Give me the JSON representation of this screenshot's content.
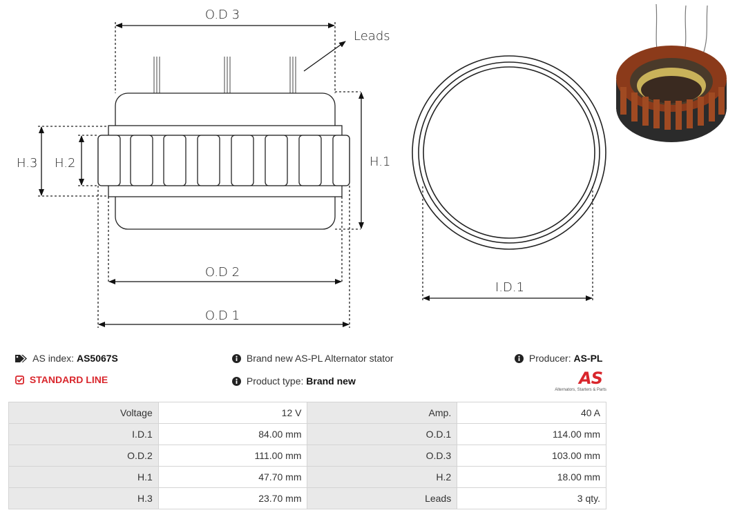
{
  "diagram": {
    "labels": {
      "od3": "O.D 3",
      "leads": "Leads",
      "h3": "H.3",
      "h2": "H.2",
      "h1": "H.1",
      "od2": "O.D 2",
      "od1": "O.D 1",
      "id1": "I.D.1"
    }
  },
  "info": {
    "as_index_label": "AS index:",
    "as_index_value": "AS5067S",
    "description": "Brand new AS-PL Alternator stator",
    "producer_label": "Producer:",
    "producer_value": "AS-PL",
    "standard_line": "STANDARD LINE",
    "product_type_label": "Product type:",
    "product_type_value": "Brand new"
  },
  "logo": {
    "mark": "AS",
    "tagline": "Alternators, Starters & Parts"
  },
  "specs": [
    {
      "k1": "Voltage",
      "v1": "12 V",
      "k2": "Amp.",
      "v2": "40 A"
    },
    {
      "k1": "I.D.1",
      "v1": "84.00 mm",
      "k2": "O.D.1",
      "v2": "114.00 mm"
    },
    {
      "k1": "O.D.2",
      "v1": "111.00 mm",
      "k2": "O.D.3",
      "v2": "103.00 mm"
    },
    {
      "k1": "H.1",
      "v1": "47.70 mm",
      "k2": "H.2",
      "v2": "18.00 mm"
    },
    {
      "k1": "H.3",
      "v1": "23.70 mm",
      "k2": "Leads",
      "v2": "3 qty."
    }
  ],
  "colors": {
    "accent_red": "#d9262c",
    "table_key_bg": "#e9e9e9",
    "copper": "#8b3a1a"
  }
}
